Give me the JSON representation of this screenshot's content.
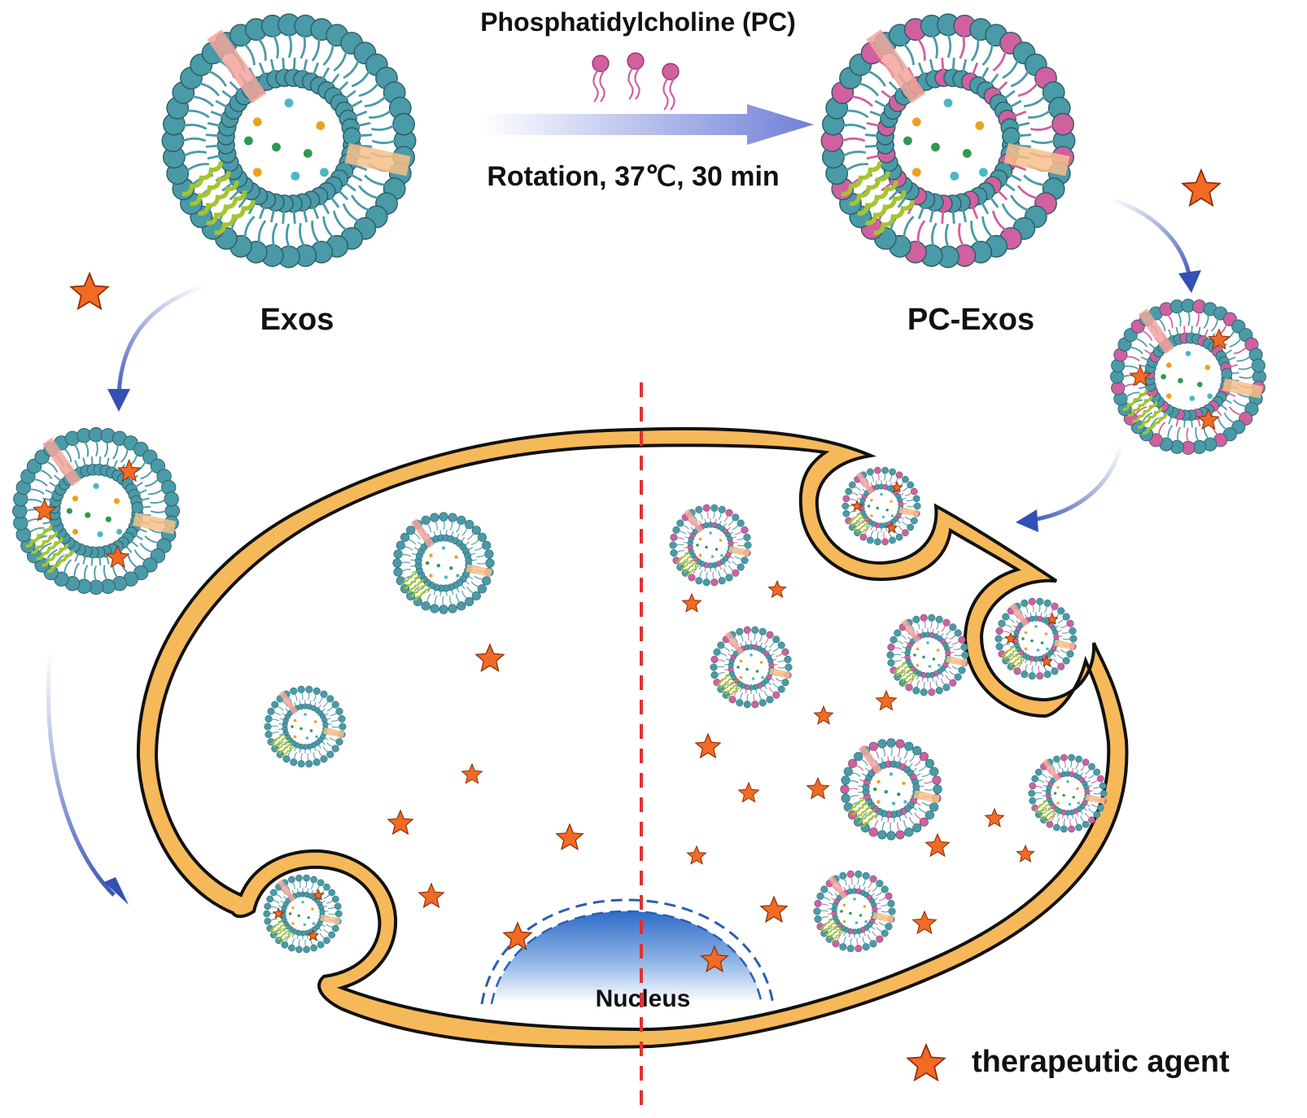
{
  "process": {
    "reagent_label": "Phosphatidylcholine (PC)",
    "condition_label": "Rotation, 37℃, 30 min"
  },
  "vesicles": {
    "native_label": "Exos",
    "modified_label": "PC-Exos"
  },
  "cell": {
    "nucleus_label": "Nucleus"
  },
  "legend": {
    "agent_label": "therapeutic agent",
    "agent_icon": "star-icon"
  },
  "colors": {
    "membrane_teal": "#4a9aa8",
    "pc_pink": "#d0609f",
    "cell_membrane": "#f6b95a",
    "cell_outline": "#111111",
    "drug_star": "#f26a24",
    "arrow_blue": "#3550b5",
    "divider_red": "#e33030",
    "nucleus_blue": "#3a7bd0",
    "protein_pink": "#f2a49c",
    "protein_orange": "#f7c08a",
    "protein_green": "#a5c431"
  }
}
